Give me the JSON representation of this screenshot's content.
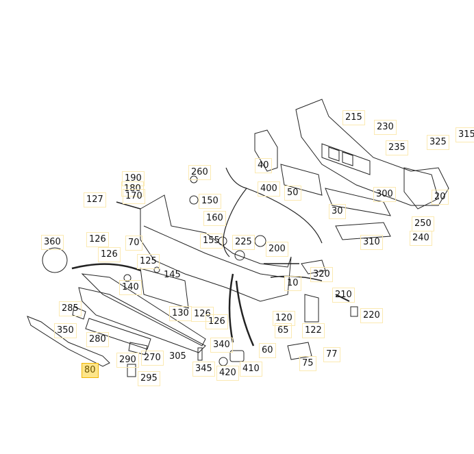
{
  "diagram": {
    "title": "Front bumper exploded parts diagram",
    "selected_part": "80",
    "highlight_color": "#fde58a",
    "label_box_color": "#fbe9b0",
    "labels": [
      "215",
      "230",
      "315",
      "325",
      "235",
      "40",
      "260",
      "190",
      "180",
      "170",
      "400",
      "50",
      "20",
      "127",
      "150",
      "160",
      "300",
      "30",
      "250",
      "126",
      "360",
      "155",
      "225",
      "310",
      "240",
      "70",
      "126",
      "125",
      "200",
      "145",
      "320",
      "140",
      "10",
      "210",
      "130",
      "126",
      "126",
      "120",
      "220",
      "285",
      "65",
      "122",
      "350",
      "280",
      "340",
      "60",
      "77",
      "290",
      "270",
      "305",
      "75",
      "80",
      "295",
      "345",
      "420",
      "410"
    ]
  }
}
